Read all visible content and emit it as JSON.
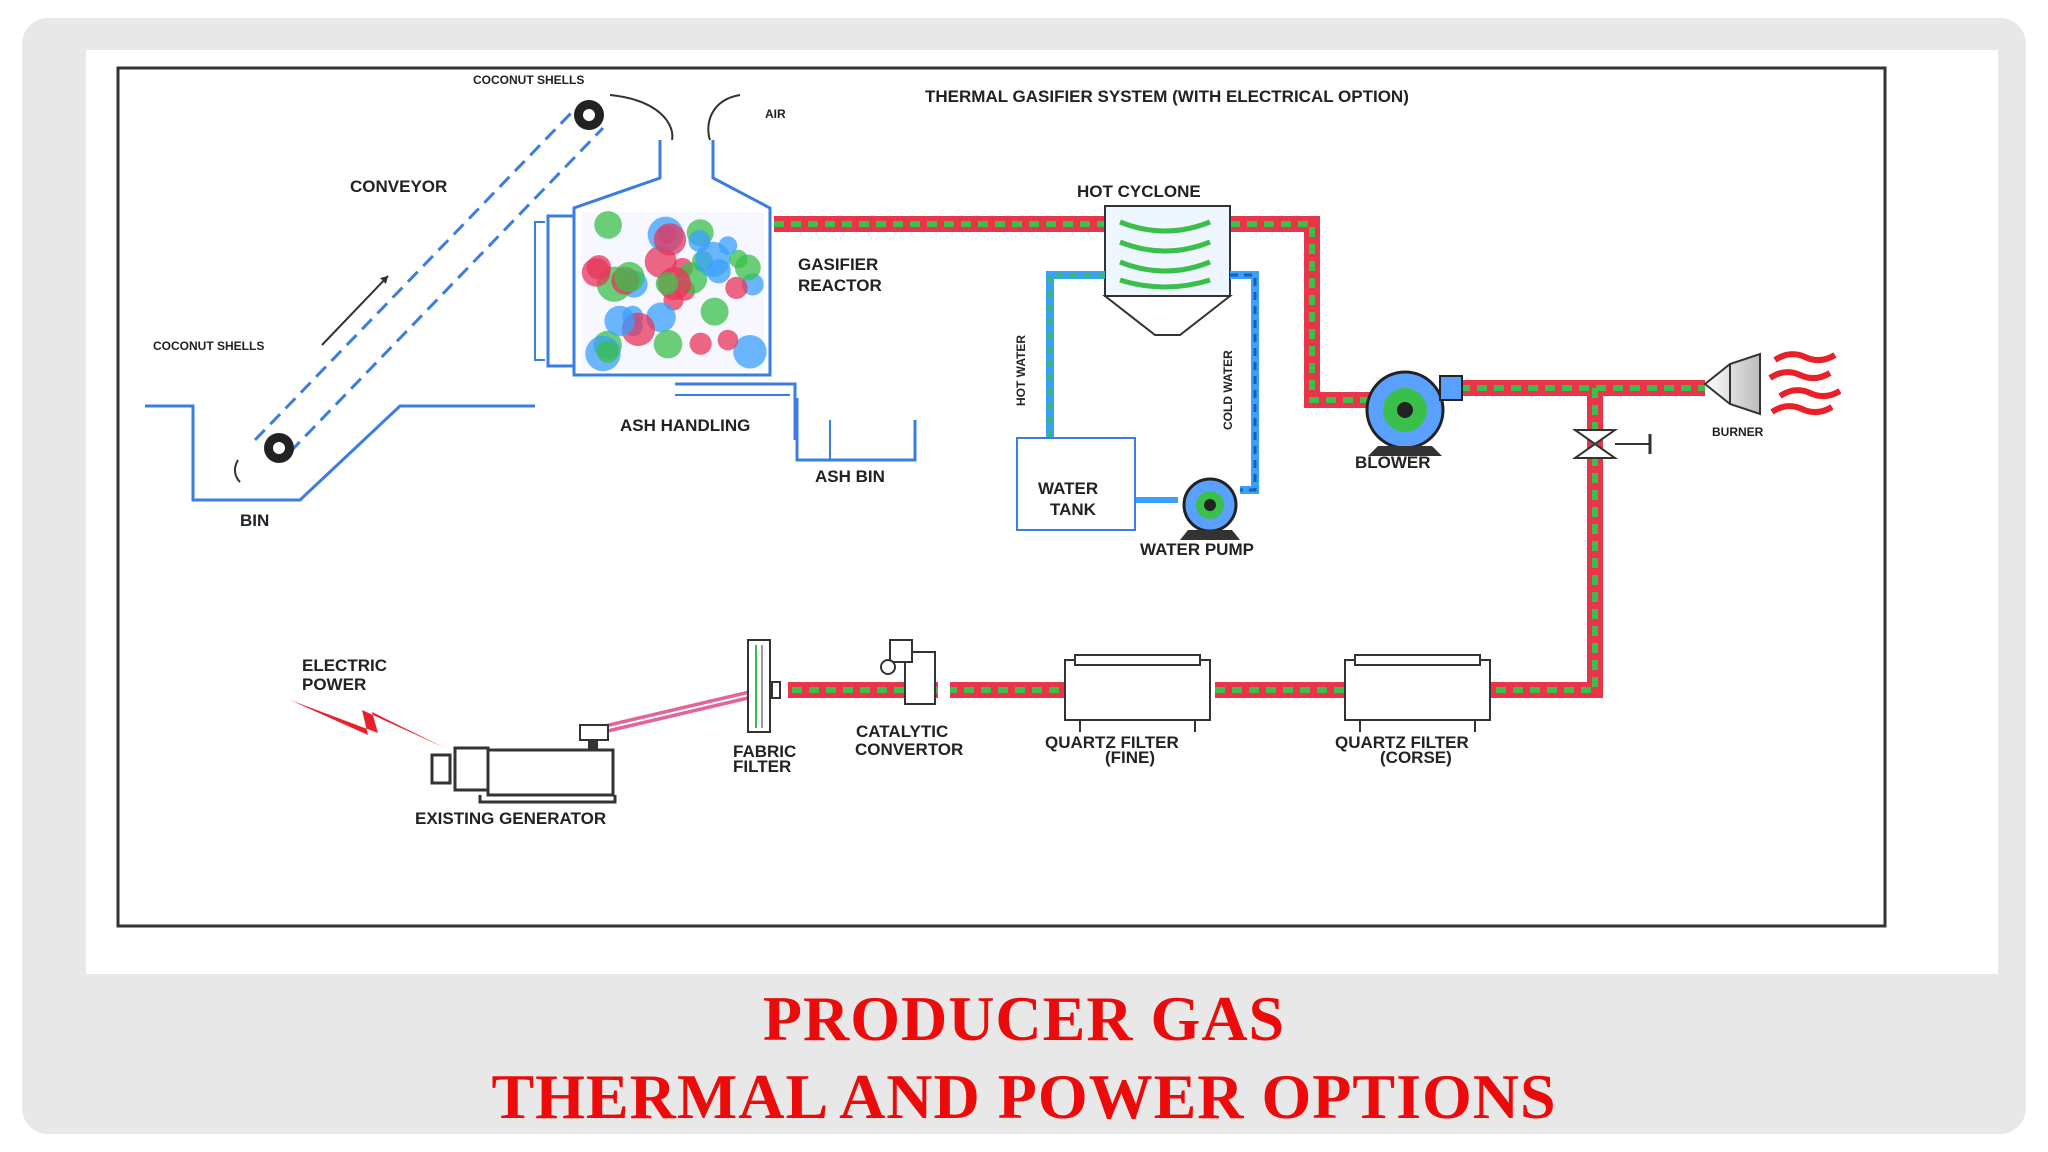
{
  "diagram": {
    "heading": "THERMAL GASIFIER SYSTEM (WITH ELECTRICAL OPTION)",
    "labels": {
      "coconut_shells_top": "COCONUT SHELLS",
      "air": "AIR",
      "conveyor": "CONVEYOR",
      "coconut_shells_left": "COCONUT SHELLS",
      "bin": "BIN",
      "gasifier_reactor_1": "GASIFIER",
      "gasifier_reactor_2": "REACTOR",
      "ash_handling": "ASH HANDLING",
      "ash_bin": "ASH BIN",
      "hot_cyclone": "HOT CYCLONE",
      "hot_water": "HOT WATER",
      "cold_water": "COLD WATER",
      "water_tank_1": "WATER",
      "water_tank_2": "TANK",
      "water_pump": "WATER PUMP",
      "blower": "BLOWER",
      "burner": "BURNER",
      "electric_power_1": "ELECTRIC",
      "electric_power_2": "POWER",
      "existing_generator": "EXISTING GENERATOR",
      "fabric_filter_1": "FABRIC",
      "fabric_filter_2": "FILTER",
      "catalytic_convertor_1": "CATALYTIC",
      "catalytic_convertor_2": "CONVERTOR",
      "quartz_fine_1": "QUARTZ FILTER",
      "quartz_fine_2": "(FINE)",
      "quartz_corse_1": "QUARTZ FILTER",
      "quartz_corse_2": "(CORSE)"
    }
  },
  "title": {
    "line1": "PRODUCER GAS",
    "line2": "THERMAL AND POWER OPTIONS"
  },
  "colors": {
    "title": "#ec0a0a",
    "gas_pipe": "#e8354a",
    "water_line": "#3aa0ff",
    "outline": "#3b7de0"
  }
}
